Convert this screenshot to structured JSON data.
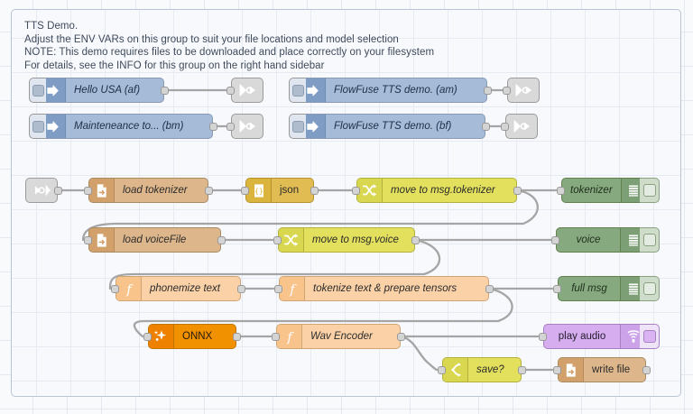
{
  "app": {
    "name": "node-red-flow-editor",
    "canvas_bg": "#f9fafc",
    "grid_color": "#e3e8f0"
  },
  "group": {
    "name": "TTS Demo group",
    "border_color": "#b9c4d4",
    "comment_lines": [
      "TTS Demo.",
      "Adjust the ENV VARs on this group to suit your file locations and model selection",
      "NOTE: This demo requires files to be downloaded and place correctly on your filesystem",
      "For details, see the INFO for this group on the right hand sidebar"
    ],
    "comment_text": "TTS Demo.\nAdjust the ENV VARs on this group to suit your file locations and model selection\nNOTE: This demo requires files to be downloaded and place correctly on your filesystem\nFor details, see the INFO for this group on the right hand sidebar"
  },
  "nodes": {
    "inject_hello_usa": {
      "label": "Hello USA (af)",
      "type": "inject",
      "icon": "inject-arrow-icon",
      "color": "#a6bbd7"
    },
    "inject_maintenance": {
      "label": "Mainteneance to... (bm)",
      "type": "inject",
      "icon": "inject-arrow-icon",
      "color": "#a6bbd7"
    },
    "inject_flowfuse_am": {
      "label": "FlowFuse TTS demo. (am)",
      "type": "inject",
      "icon": "inject-arrow-icon",
      "color": "#a6bbd7"
    },
    "inject_flowfuse_bf": {
      "label": "FlowFuse TTS demo. (bf)",
      "type": "inject",
      "icon": "inject-arrow-icon",
      "color": "#a6bbd7"
    },
    "link_out_1": {
      "label": "",
      "type": "link-out",
      "icon": "link-out-icon",
      "color": "#d9d9d9"
    },
    "link_out_2": {
      "label": "",
      "type": "link-out",
      "icon": "link-out-icon",
      "color": "#d9d9d9"
    },
    "link_out_3": {
      "label": "",
      "type": "link-out",
      "icon": "link-out-icon",
      "color": "#d9d9d9"
    },
    "link_out_4": {
      "label": "",
      "type": "link-out",
      "icon": "link-out-icon",
      "color": "#d9d9d9"
    },
    "link_in_1": {
      "label": "",
      "type": "link-in",
      "icon": "link-in-icon",
      "color": "#d9d9d9"
    },
    "load_tokenizer": {
      "label": "load tokenizer",
      "type": "file-in",
      "icon": "file-in-icon",
      "color": "#deb68b"
    },
    "json": {
      "label": "json",
      "type": "json",
      "icon": "json-braces-icon",
      "color": "#e0bc53"
    },
    "move_to_msg_tokenizer": {
      "label": "move to msg.tokenizer",
      "type": "change",
      "icon": "shuffle-icon",
      "color": "#e2e05c"
    },
    "debug_tokenizer": {
      "label": "tokenizer",
      "type": "debug",
      "icon": "debug-bars-icon",
      "color": "#87a980"
    },
    "load_voicefile": {
      "label": "load voiceFile",
      "type": "file-in",
      "icon": "file-in-icon",
      "color": "#deb68b"
    },
    "move_to_msg_voice": {
      "label": "move to msg.voice",
      "type": "change",
      "icon": "shuffle-icon",
      "color": "#e2e05c"
    },
    "debug_voice": {
      "label": "voice",
      "type": "debug",
      "icon": "debug-bars-icon",
      "color": "#87a980"
    },
    "phonemize_text": {
      "label": "phonemize text",
      "type": "function",
      "icon": "function-f-icon",
      "color": "#fbd2a8"
    },
    "tokenize_prepare": {
      "label": "tokenize text & prepare tensors",
      "type": "function",
      "icon": "function-f-icon",
      "color": "#fbd2a8"
    },
    "debug_full_msg": {
      "label": "full msg",
      "type": "debug",
      "icon": "debug-bars-icon",
      "color": "#87a980"
    },
    "onnx": {
      "label": "ONNX",
      "type": "onnx",
      "icon": "sparkle-icon",
      "color": "#f29100"
    },
    "wav_encoder": {
      "label": "Wav Encoder",
      "type": "function",
      "icon": "function-f-icon",
      "color": "#fbd2a8"
    },
    "play_audio": {
      "label": "play audio",
      "type": "audio-out",
      "icon": "speaker-waves-icon",
      "color": "#d6aef0"
    },
    "save_switch": {
      "label": "save?",
      "type": "switch",
      "icon": "switch-branch-icon",
      "color": "#e2e05c"
    },
    "write_file": {
      "label": "write file",
      "type": "file-out",
      "icon": "file-out-icon",
      "color": "#deb68b"
    }
  }
}
